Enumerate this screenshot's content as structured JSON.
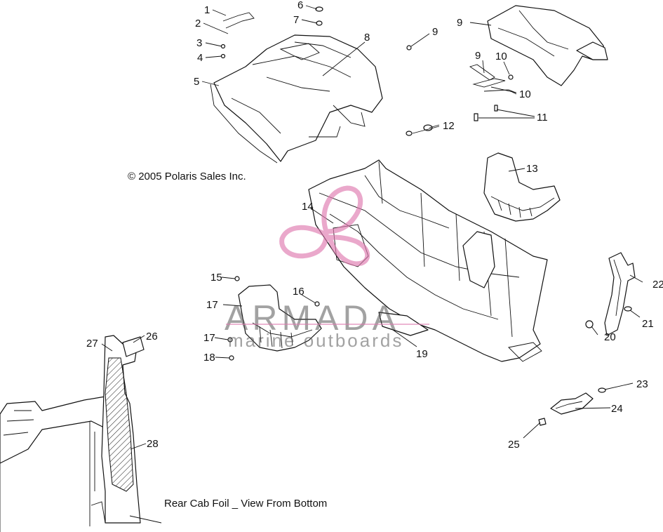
{
  "copyright": "© 2005 Polaris Sales Inc.",
  "caption": "Rear Cab Foil _ View From Bottom",
  "watermark": {
    "brand": "ARMADA",
    "tagline": "marine outboards",
    "accent_color": "#e07bb0"
  },
  "callouts": [
    "1",
    "2",
    "3",
    "4",
    "5",
    "6",
    "7",
    "8",
    "9",
    "9",
    "9",
    "10",
    "10",
    "11",
    "12",
    "13",
    "14",
    "15",
    "16",
    "17",
    "17",
    "18",
    "19",
    "20",
    "21",
    "22",
    "23",
    "24",
    "25",
    "26",
    "27",
    "28"
  ]
}
